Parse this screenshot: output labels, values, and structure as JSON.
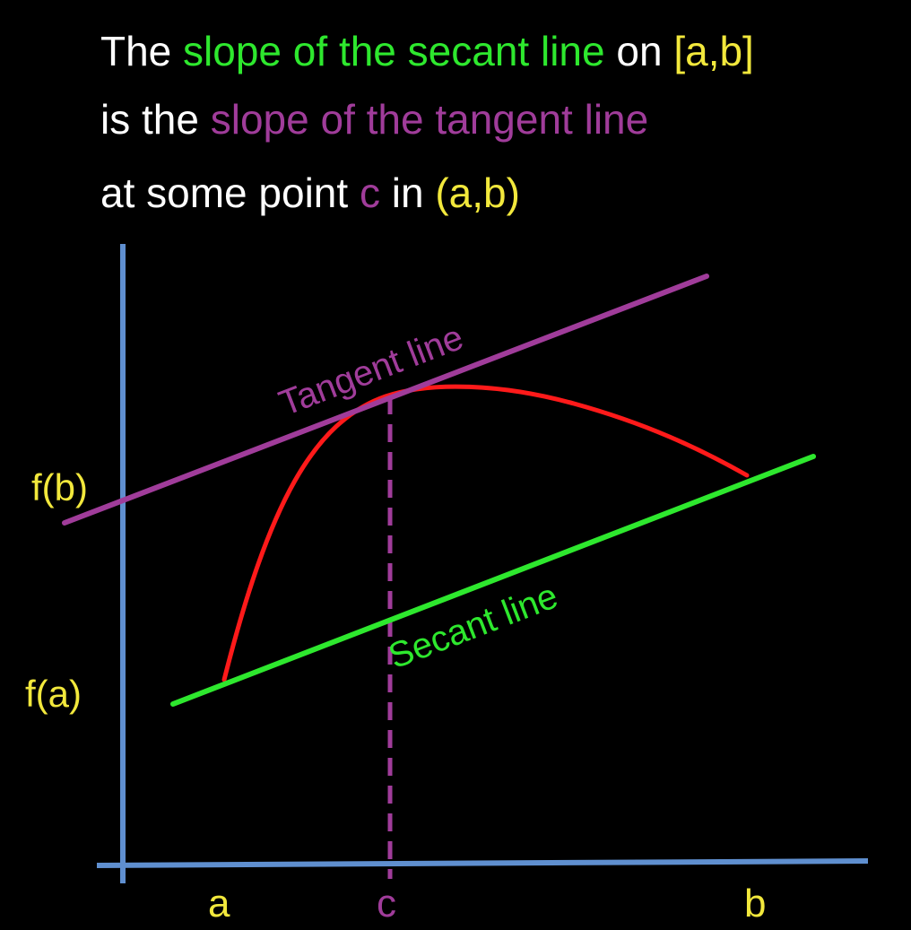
{
  "colors": {
    "background": "#000000",
    "text": "#ffffff",
    "secant": "#2ee82e",
    "tangent": "#a03c9a",
    "interval": "#f2e83c",
    "curve": "#ff1a1a",
    "axes": "#5f8fcf"
  },
  "statement": {
    "line1": {
      "part1": "The ",
      "part2": "slope of the secant line",
      "part3": " on ",
      "part4": "[a,b]"
    },
    "line2": {
      "part1": "is the ",
      "part2": "slope of the tangent line"
    },
    "line3": {
      "part1": "at some point ",
      "part2": "c",
      "part3": " in ",
      "part4": "(a,b)"
    }
  },
  "diagram": {
    "tangent_label": "Tangent line",
    "secant_label": "Secant line",
    "y_labels": {
      "fb": "f(b)",
      "fa": "f(a)"
    },
    "x_labels": {
      "a": "a",
      "c": "c",
      "b": "b"
    }
  }
}
